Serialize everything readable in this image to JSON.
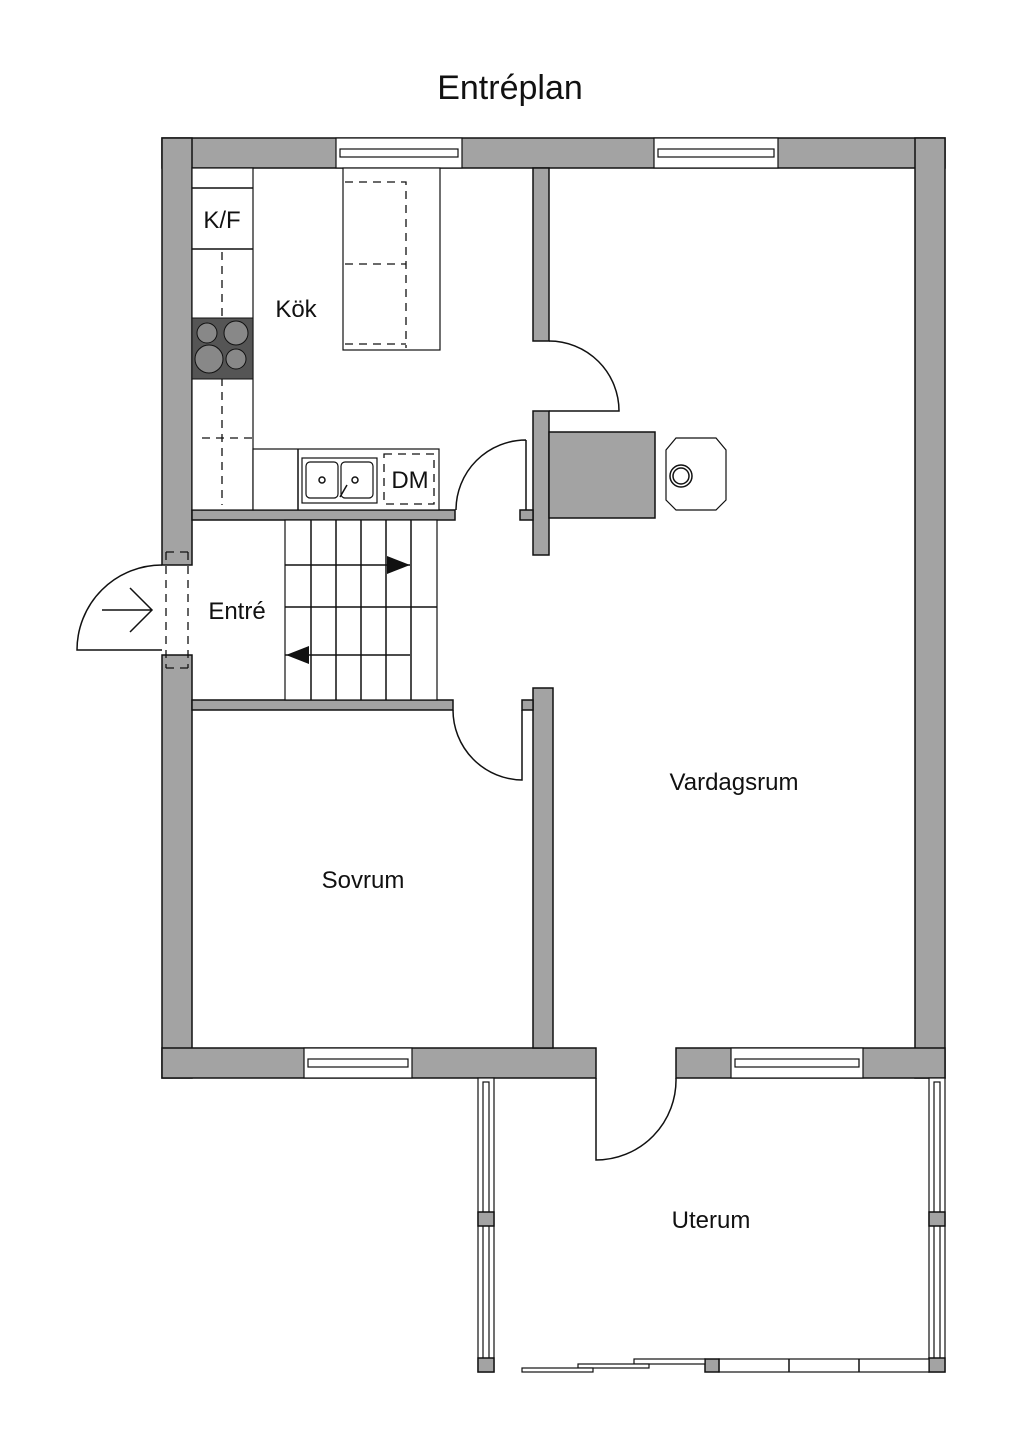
{
  "title": "Entréplan",
  "rooms": {
    "kitchen": "Kök",
    "fridge_freezer": "K/F",
    "dishwasher": "DM",
    "entrance": "Entré",
    "living_room": "Vardagsrum",
    "bedroom": "Sovrum",
    "sunroom": "Uterum"
  },
  "colors": {
    "wall": "#a3a3a3",
    "stove": "#555555",
    "line": "#111111"
  }
}
